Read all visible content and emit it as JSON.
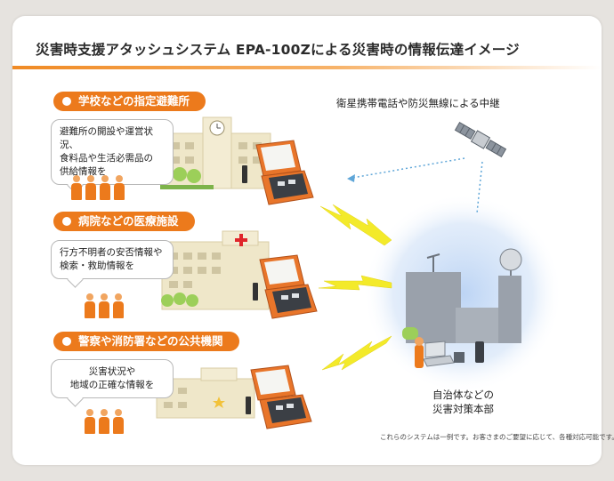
{
  "title": "災害時支援アタッシュシステム EPA-100Zによる災害時の情報伝達イメージ",
  "sections": [
    {
      "heading": "学校などの指定避難所",
      "bubble_lines": [
        "避難所の開設や運営状況、",
        "食料品や生活必需品の",
        "供給情報を"
      ]
    },
    {
      "heading": "病院などの医療施設",
      "bubble_lines": [
        "行方不明者の安否情報や",
        "検索・救助情報を"
      ]
    },
    {
      "heading": "警察や消防署などの公共機関",
      "bubble_lines": [
        "災害状況や",
        "地域の正確な情報を"
      ]
    }
  ],
  "relay_label": "衛星携帯電話や防災無線による中継",
  "hq_label": [
    "自治体などの",
    "災害対策本部"
  ],
  "footnote": "これらのシステムは一例です。お客さまのご要望に応じて、各種対応可能です。",
  "colors": {
    "accent": "#ec7a1c",
    "case": "#e8752a",
    "lightning": "#f3ea2a",
    "dotted_link": "#5fa6d8",
    "hq_glow": "#c6d9f5",
    "building": "#efe7c9",
    "hq_building": "#9aa1ab"
  }
}
